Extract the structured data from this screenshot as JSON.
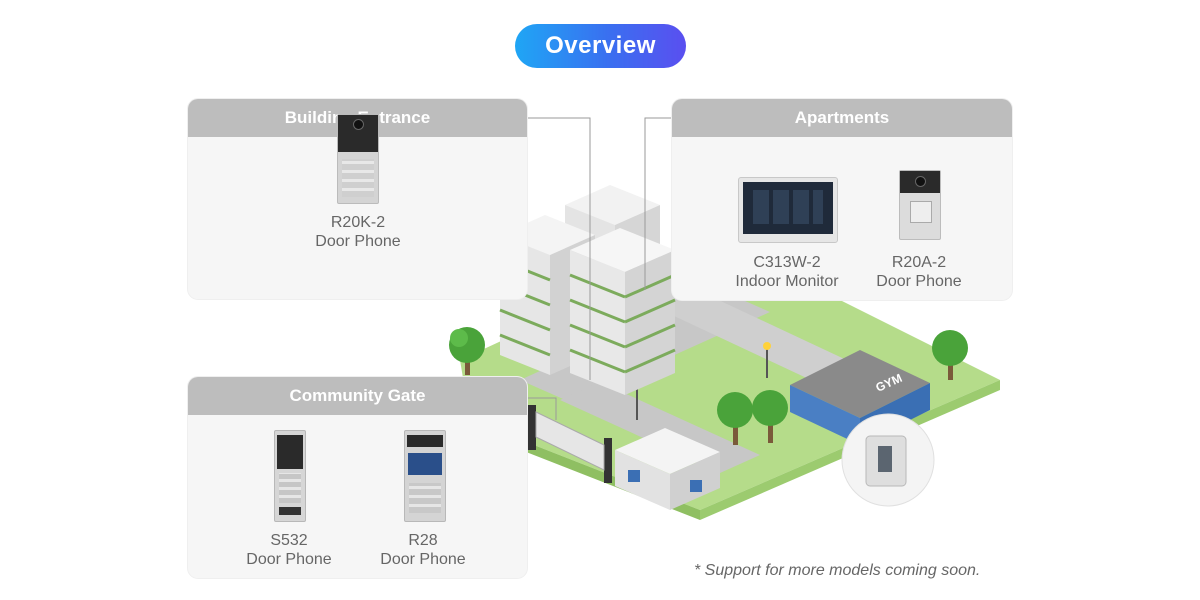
{
  "title": "Overview",
  "panels": {
    "building_entrance": {
      "title": "Building Entrance",
      "devices": [
        {
          "model": "R20K-2",
          "type": "Door Phone"
        }
      ]
    },
    "apartments": {
      "title": "Apartments",
      "devices": [
        {
          "model": "C313W-2",
          "type": "Indoor Monitor"
        },
        {
          "model": "R20A-2",
          "type": "Door Phone"
        }
      ]
    },
    "community_gate": {
      "title": "Community Gate",
      "devices": [
        {
          "model": "S532",
          "type": "Door Phone"
        },
        {
          "model": "R28",
          "type": "Door Phone"
        }
      ]
    }
  },
  "gym_sign": "GYM",
  "footnote": "* Support for more models coming soon.",
  "colors": {
    "pill_start": "#1fa6f5",
    "pill_end": "#5a4ff0",
    "panel_header": "#bdbdbd",
    "lawn": "#b5dc8a",
    "road": "#c7c7c7"
  }
}
